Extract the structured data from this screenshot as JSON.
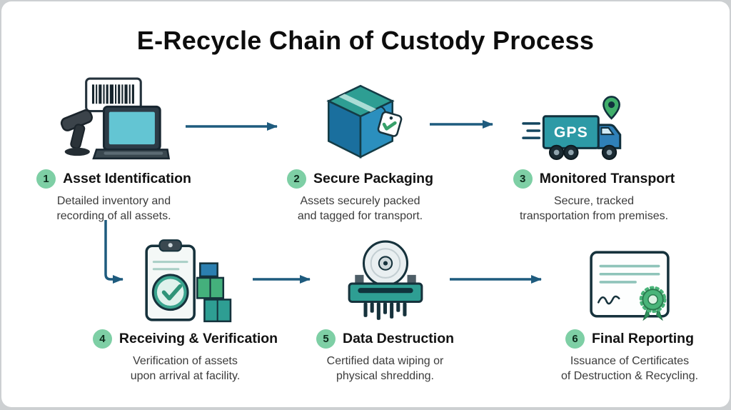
{
  "title": "E-Recycle Chain of Custody Process",
  "truck_label": "GPS",
  "steps": [
    {
      "num": "1",
      "label": "Asset Identification",
      "line1": "Detailed inventory and",
      "line2": "recording of all assets.",
      "icon": "barcode-scanner-laptop-icon"
    },
    {
      "num": "2",
      "label": "Secure Packaging",
      "line1": "Assets securely packed",
      "line2": "and tagged for transport.",
      "icon": "secure-package-icon"
    },
    {
      "num": "3",
      "label": "Monitored Transport",
      "line1": "Secure, tracked",
      "line2": "transportation from premises.",
      "icon": "gps-truck-icon"
    },
    {
      "num": "4",
      "label": "Receiving & Verification",
      "line1": "Verification of assets",
      "line2": "upon arrival at facility.",
      "icon": "clipboard-verification-icon"
    },
    {
      "num": "5",
      "label": "Data Destruction",
      "line1": "Certified data wiping or",
      "line2": "physical shredding.",
      "icon": "drive-shredder-icon"
    },
    {
      "num": "6",
      "label": "Final Reporting",
      "line1": "Issuance of Certificates",
      "line2": "of Destruction & Recycling.",
      "icon": "certificate-icon"
    }
  ],
  "colors": {
    "badge_green": "#7ecfa5",
    "arrow_blue": "#1e5b7e",
    "teal": "#2e9e93",
    "blue": "#2b8fbe",
    "green": "#3fae6a",
    "title_color": "#0d0d0d"
  }
}
